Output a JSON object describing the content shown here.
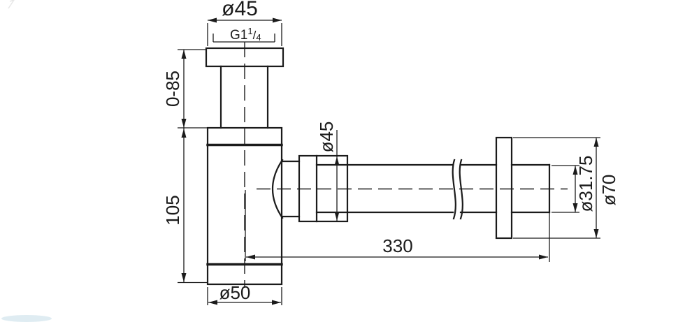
{
  "drawing": {
    "type": "technical-drawing-bottle-trap",
    "labels": {
      "top_diameter": "ø45",
      "thread": {
        "prefix": "G1",
        "sup": "1",
        "slash": "/",
        "sub": "4"
      },
      "adjust_range": "0-85",
      "body_height": "105",
      "nut_diameter": "ø45",
      "outlet_length": "330",
      "base_diameter": "ø50",
      "pipe_diameter": "ø31.75",
      "flange_diameter": "ø70"
    },
    "colors": {
      "line": "#1b1b1b",
      "background": "#ffffff",
      "watermark": "#b8d4e2"
    }
  }
}
